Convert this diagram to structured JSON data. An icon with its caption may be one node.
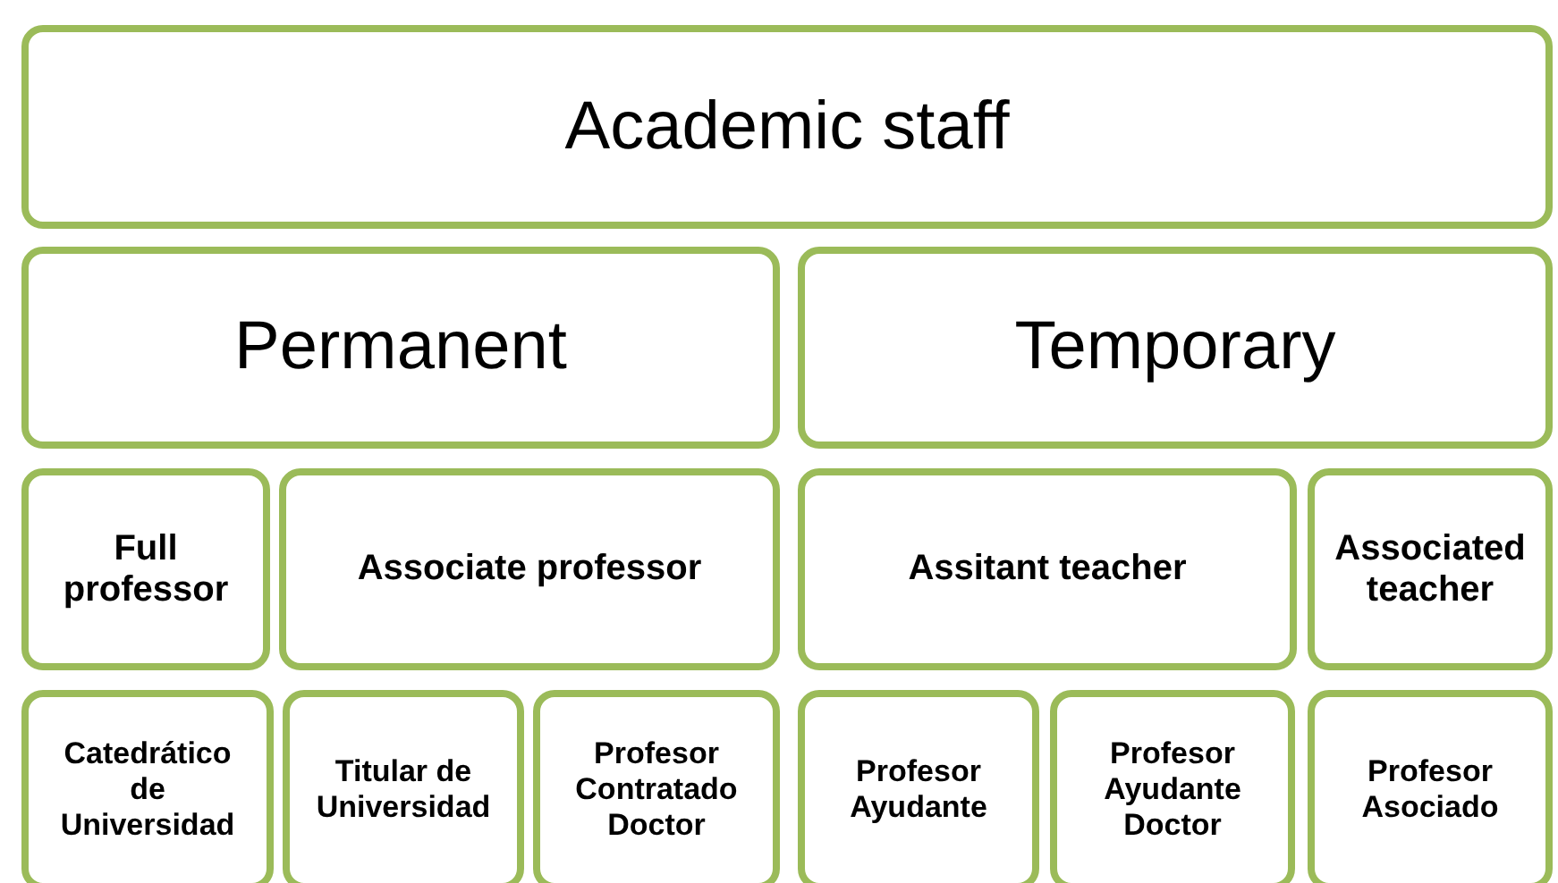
{
  "diagram": {
    "nodes": [
      {
        "text": [
          "Academic staff"
        ]
      },
      {
        "text": [
          "Permanent"
        ]
      },
      {
        "text": [
          "Temporary"
        ]
      },
      {
        "text": [
          "Full professor"
        ]
      },
      {
        "text": [
          "Associate professor"
        ]
      },
      {
        "text": [
          "Assitant teacher"
        ]
      },
      {
        "text": [
          "Associated teacher"
        ]
      },
      {
        "text": [
          "Catedrático de Universidad"
        ]
      },
      {
        "text": [
          "Titular de Universidad"
        ]
      },
      {
        "text": [
          "Profesor Contratado Doctor"
        ]
      },
      {
        "text": [
          "Profesor Ayudante"
        ]
      },
      {
        "text": [
          "Profesor Ayudante Doctor"
        ]
      },
      {
        "text": [
          "Profesor Asociado"
        ]
      }
    ],
    "edges": []
  }
}
